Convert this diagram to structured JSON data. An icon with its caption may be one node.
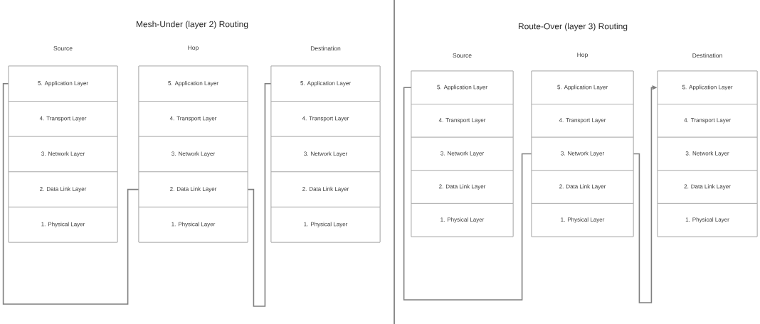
{
  "diagram": {
    "nodes": [
      {
        "text": [
          "Source"
        ]
      },
      {
        "text": [
          "5. Application Layer"
        ],
        "in": 0
      },
      {
        "text": [
          "4. Transport Layer"
        ],
        "in": 0
      },
      {
        "text": [
          "3. Network Layer"
        ],
        "in": 0
      },
      {
        "text": [
          "2. Data Link Layer"
        ],
        "in": 0
      },
      {
        "text": [
          "1. Physical Layer"
        ],
        "in": 0
      },
      {
        "text": [
          "Hop"
        ]
      },
      {
        "text": [
          "5. Application Layer"
        ],
        "in": 6
      },
      {
        "text": [
          "4. Transport Layer"
        ],
        "in": 6
      },
      {
        "text": [
          "3. Network Layer"
        ],
        "in": 6
      },
      {
        "text": [
          "2. Data Link Layer"
        ],
        "in": 6
      },
      {
        "text": [
          "1. Physical Layer"
        ],
        "in": 6
      },
      {
        "text": [
          "Destination"
        ]
      },
      {
        "text": [
          "5. Application Layer"
        ],
        "in": 12
      },
      {
        "text": [
          "4. Transport Layer"
        ],
        "in": 12
      },
      {
        "text": [
          "3. Network Layer"
        ],
        "in": 12
      },
      {
        "text": [
          "2. Data Link Layer"
        ],
        "in": 12
      },
      {
        "text": [
          "1. Physical Layer"
        ],
        "in": 12
      },
      {
        "text": [
          "Source"
        ]
      },
      {
        "text": [
          "5. Application Layer"
        ],
        "in": 18
      },
      {
        "text": [
          "4. Transport Layer"
        ],
        "in": 18
      },
      {
        "text": [
          "3. Network Layer"
        ],
        "in": 18
      },
      {
        "text": [
          "2. Data Link Layer"
        ],
        "in": 18
      },
      {
        "text": [
          "1. Physical Layer"
        ],
        "in": 18
      },
      {
        "text": [
          "Hop"
        ]
      },
      {
        "text": [
          "5. Application Layer"
        ],
        "in": 24
      },
      {
        "text": [
          "4. Transport Layer"
        ],
        "in": 24
      },
      {
        "text": [
          "3. Network Layer"
        ],
        "in": 24
      },
      {
        "text": [
          "2. Data Link Layer"
        ],
        "in": 24
      },
      {
        "text": [
          "1. Physical Layer"
        ],
        "in": 24
      },
      {
        "text": [
          "Destination"
        ]
      },
      {
        "text": [
          "5. Application Layer"
        ],
        "in": 30
      },
      {
        "text": [
          "4. Transport Layer"
        ],
        "in": 30
      },
      {
        "text": [
          "3. Network Layer"
        ],
        "in": 30
      },
      {
        "text": [
          "2. Data Link Layer"
        ],
        "in": 30
      },
      {
        "text": [
          "1. Physical Layer"
        ],
        "in": 30
      }
    ],
    "edges": [
      {
        "from": 1,
        "to": 10,
        "arrow": "none"
      },
      {
        "from": 10,
        "to": 13,
        "arrow": "none"
      },
      {
        "from": 19,
        "to": 27,
        "arrow": "none"
      },
      {
        "from": 27,
        "to": 31,
        "arrow": "to"
      }
    ],
    "labels": [
      "Mesh-Under (layer 2) Routing",
      "Route-Over (layer 3) Routing"
    ]
  }
}
